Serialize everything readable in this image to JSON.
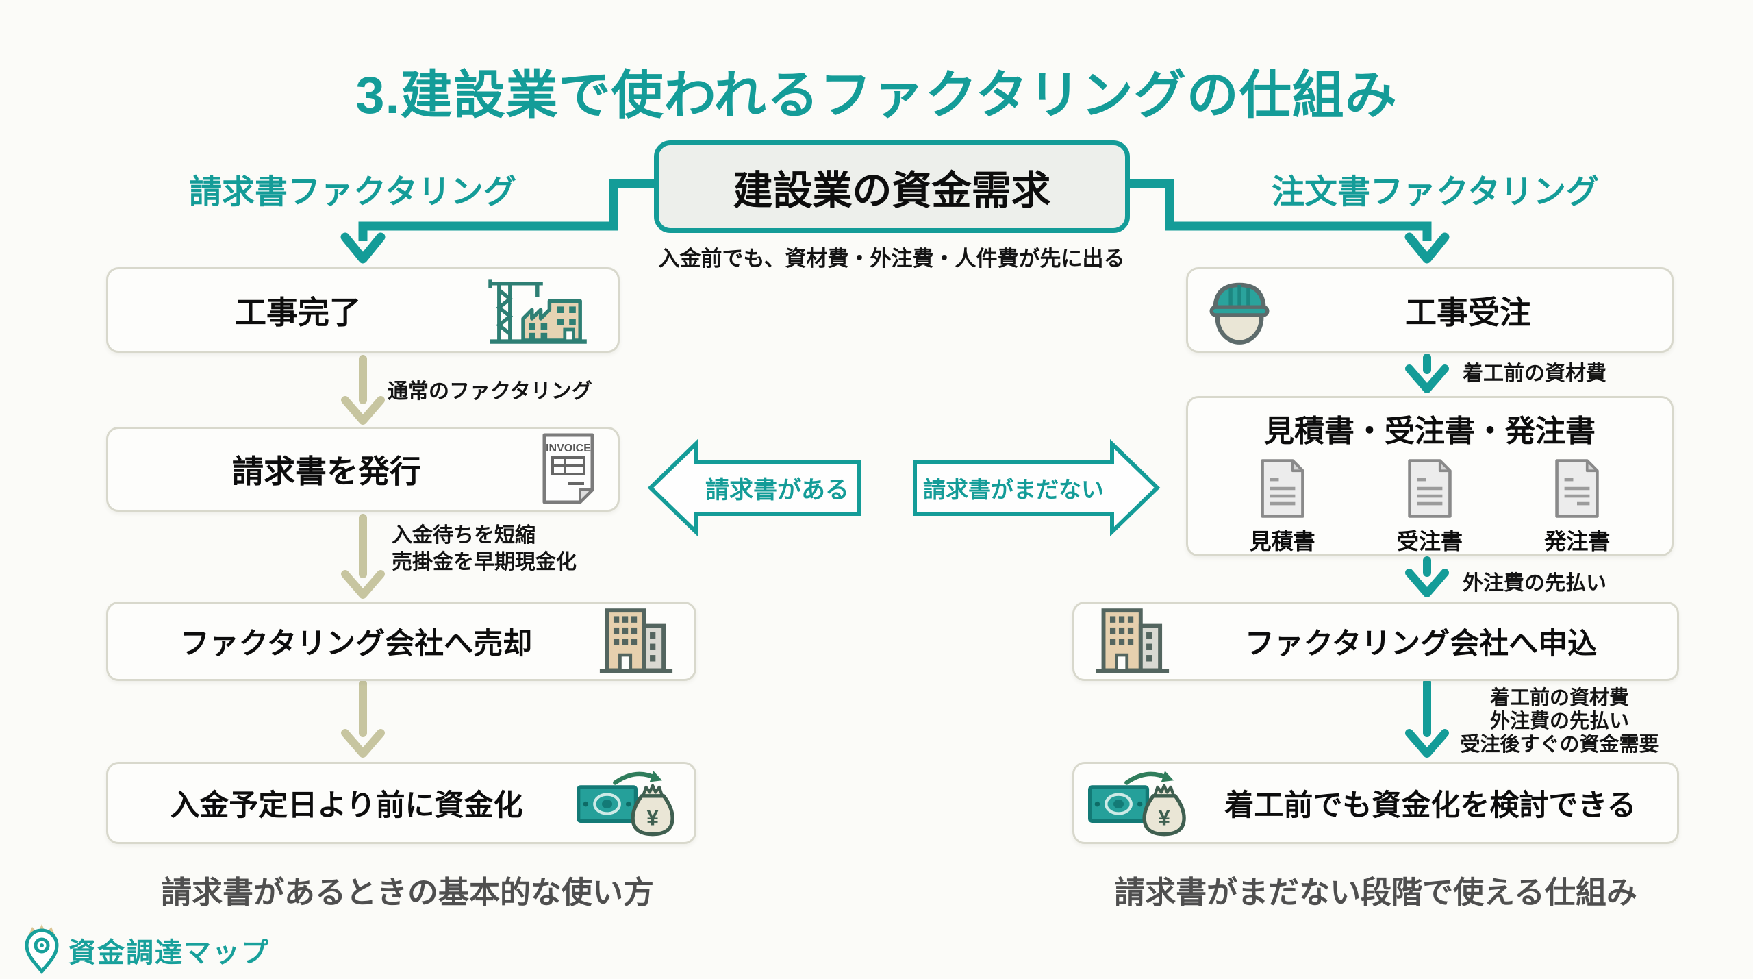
{
  "title": "3.建設業で使われるファクタリングの仕組み",
  "center": {
    "heading": "建設業の資金需求",
    "subtitle": "入金前でも、資材費・外注費・人件費が先に出る"
  },
  "middle": {
    "left_arrow_label": "請求書がある",
    "right_arrow_label": "請求書がまだない"
  },
  "left_flow": {
    "heading": "請求書ファクタリング",
    "steps": [
      {
        "label": "工事完了",
        "icon": "crane-building-icon"
      },
      {
        "label": "請求書を発行",
        "icon": "invoice-icon"
      },
      {
        "label": "ファクタリング会社へ売却",
        "icon": "office-building-icon"
      },
      {
        "label": "入金予定日より前に資金化",
        "icon": "money-icon"
      }
    ],
    "arrow_labels": [
      "通常のファクタリング",
      "入金待ちを短縮\n売掛金を早期現金化"
    ],
    "caption": "請求書があるときの基本的な使い方"
  },
  "right_flow": {
    "heading": "注文書ファクタリング",
    "steps": [
      {
        "label": "工事受注",
        "icon": "helmet-icon"
      },
      {
        "label": "見積書・受注書・発注書",
        "icon": "document-icon",
        "documents": [
          "見積書",
          "受注書",
          "発注書"
        ]
      },
      {
        "label": "ファクタリング会社へ申込",
        "icon": "office-building-icon"
      },
      {
        "label": "着工前でも資金化を検討できる",
        "icon": "money-icon"
      }
    ],
    "arrow_labels": [
      "着工前の資材費",
      "外注費の先払い",
      "着工前の資材費\n外注費の先払い\n受注後すぐの資金需要"
    ],
    "caption": "請求書がまだない段階で使える仕組み"
  },
  "invoice_icon_label": "INVOICE",
  "yen_symbol": "¥",
  "footer": {
    "brand": "資金調達マップ"
  },
  "colors": {
    "teal": "#149c98",
    "tan_arrow": "#c7c5a0",
    "box_border": "#d8d8cc",
    "center_box_bg": "#edefeb",
    "text_black": "#111111",
    "caption_gray": "#4f4f4f",
    "icon_tan": "#e6d3b3",
    "icon_outline": "#4f6662"
  }
}
